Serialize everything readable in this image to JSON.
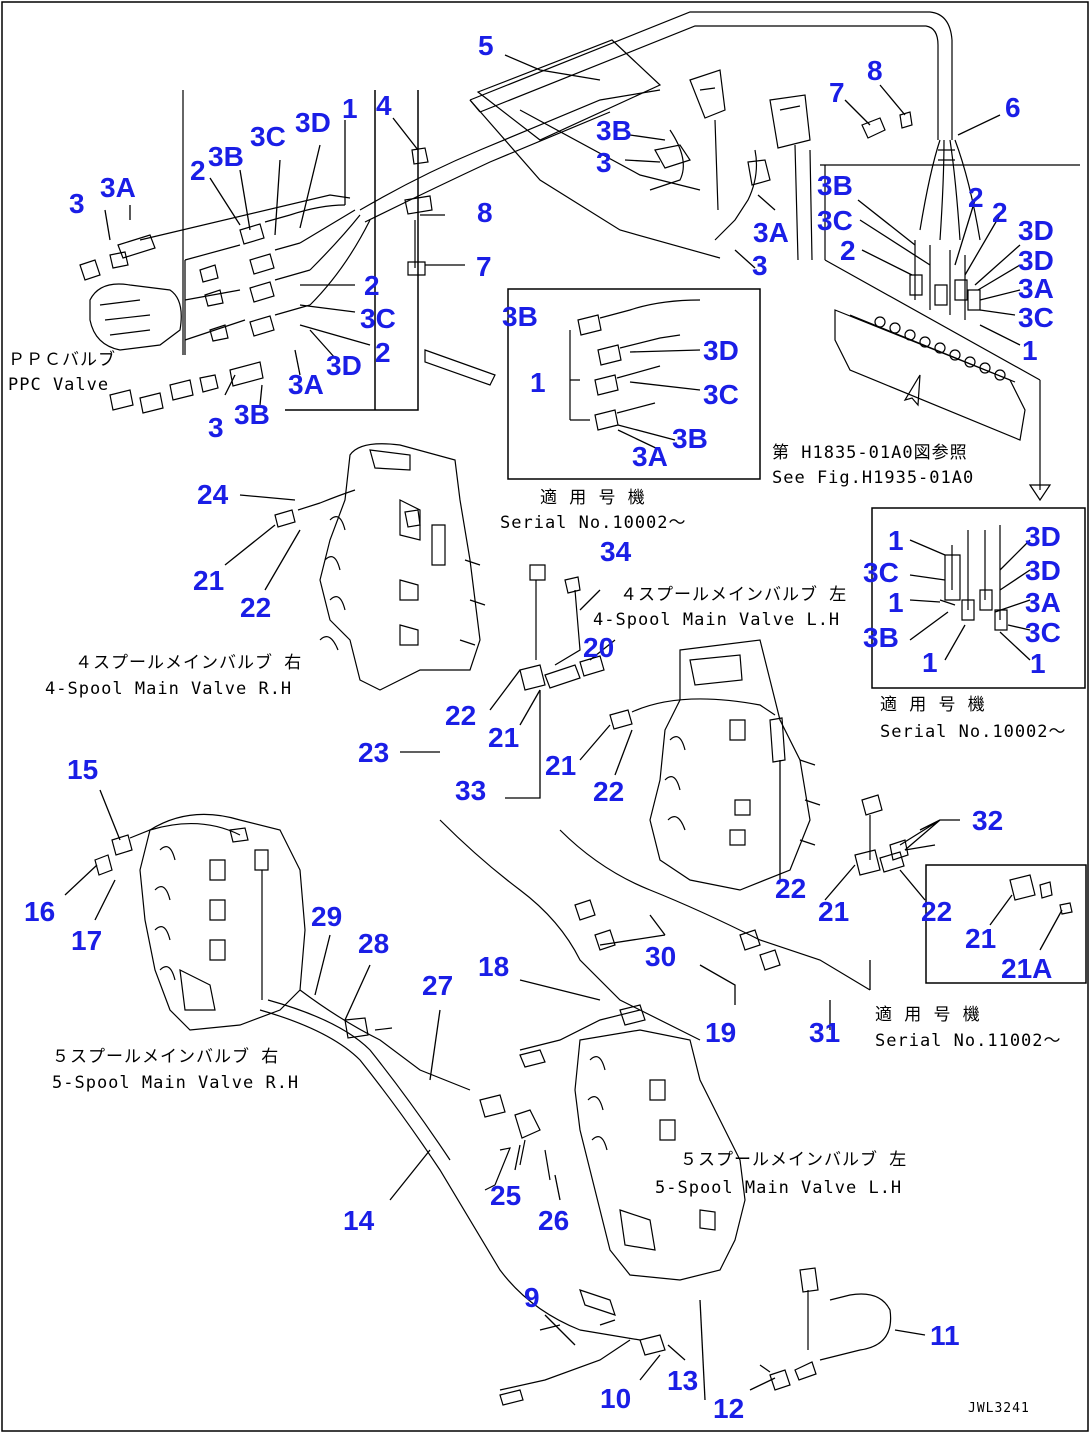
{
  "labels": [
    {
      "id": "5",
      "text": "5"
    },
    {
      "id": "4",
      "text": "4"
    },
    {
      "id": "8a",
      "text": "8"
    },
    {
      "id": "7a",
      "text": "7"
    },
    {
      "id": "6",
      "text": "6"
    },
    {
      "id": "3D",
      "text": "3D"
    },
    {
      "id": "1a",
      "text": "1"
    },
    {
      "id": "3C",
      "text": "3C"
    },
    {
      "id": "3B",
      "text": "3B"
    },
    {
      "id": "2a",
      "text": "2"
    },
    {
      "id": "3A",
      "text": "3A"
    },
    {
      "id": "3a",
      "text": "3"
    },
    {
      "id": "3Bb",
      "text": "3B"
    },
    {
      "id": "3b",
      "text": "3"
    },
    {
      "id": "3Ab",
      "text": "3A"
    },
    {
      "id": "3c",
      "text": "3"
    },
    {
      "id": "8b",
      "text": "8"
    },
    {
      "id": "7b",
      "text": "7"
    },
    {
      "id": "2b",
      "text": "2"
    },
    {
      "id": "3Cb",
      "text": "3C"
    },
    {
      "id": "2c",
      "text": "2"
    },
    {
      "id": "3Dd",
      "text": "3D"
    },
    {
      "id": "3Ac",
      "text": "3A"
    },
    {
      "id": "3d",
      "text": "3"
    },
    {
      "id": "3Bc",
      "text": "3B"
    },
    {
      "id": "3Be",
      "text": "3B"
    },
    {
      "id": "1b",
      "text": "1"
    },
    {
      "id": "3De",
      "text": "3D"
    },
    {
      "id": "3Ce",
      "text": "3C"
    },
    {
      "id": "3Ae",
      "text": "3A"
    },
    {
      "id": "3Bf",
      "text": "3B"
    },
    {
      "id": "3Br",
      "text": "3B"
    },
    {
      "id": "3Cr",
      "text": "3C"
    },
    {
      "id": "2r",
      "text": "2"
    },
    {
      "id": "2s",
      "text": "2"
    },
    {
      "id": "2t",
      "text": "2"
    },
    {
      "id": "3Dr",
      "text": "3D"
    },
    {
      "id": "3Ds",
      "text": "3D"
    },
    {
      "id": "3Ar",
      "text": "3A"
    },
    {
      "id": "3Cs",
      "text": "3C"
    },
    {
      "id": "1r",
      "text": "1"
    },
    {
      "id": "1m",
      "text": "1"
    },
    {
      "id": "3Cm",
      "text": "3C"
    },
    {
      "id": "1n",
      "text": "1"
    },
    {
      "id": "3Bm",
      "text": "3B"
    },
    {
      "id": "1o",
      "text": "1"
    },
    {
      "id": "3Dm",
      "text": "3D"
    },
    {
      "id": "3Dn",
      "text": "3D"
    },
    {
      "id": "3Am",
      "text": "3A"
    },
    {
      "id": "3Cn",
      "text": "3C"
    },
    {
      "id": "1p",
      "text": "1"
    },
    {
      "id": "24",
      "text": "24"
    },
    {
      "id": "21a",
      "text": "21"
    },
    {
      "id": "22a",
      "text": "22"
    },
    {
      "id": "34",
      "text": "34"
    },
    {
      "id": "20",
      "text": "20"
    },
    {
      "id": "22b",
      "text": "22"
    },
    {
      "id": "21b",
      "text": "21"
    },
    {
      "id": "23",
      "text": "23"
    },
    {
      "id": "21c",
      "text": "21"
    },
    {
      "id": "22c",
      "text": "22"
    },
    {
      "id": "33",
      "text": "33"
    },
    {
      "id": "32",
      "text": "32"
    },
    {
      "id": "22d",
      "text": "22"
    },
    {
      "id": "21d",
      "text": "21"
    },
    {
      "id": "22e",
      "text": "22"
    },
    {
      "id": "21e",
      "text": "21"
    },
    {
      "id": "21A",
      "text": "21A"
    },
    {
      "id": "15",
      "text": "15"
    },
    {
      "id": "16",
      "text": "16"
    },
    {
      "id": "17",
      "text": "17"
    },
    {
      "id": "29",
      "text": "29"
    },
    {
      "id": "28",
      "text": "28"
    },
    {
      "id": "27",
      "text": "27"
    },
    {
      "id": "18",
      "text": "18"
    },
    {
      "id": "30",
      "text": "30"
    },
    {
      "id": "19",
      "text": "19"
    },
    {
      "id": "31",
      "text": "31"
    },
    {
      "id": "25",
      "text": "25"
    },
    {
      "id": "26",
      "text": "26"
    },
    {
      "id": "14",
      "text": "14"
    },
    {
      "id": "9",
      "text": "9"
    },
    {
      "id": "11",
      "text": "11"
    },
    {
      "id": "10",
      "text": "10"
    },
    {
      "id": "13",
      "text": "13"
    },
    {
      "id": "12",
      "text": "12"
    }
  ],
  "captions": {
    "ppc_jp": "ＰＰＣバルブ",
    "ppc_en": "PPC Valve",
    "serial1_jp": "適 用 号 機",
    "serial1_en": "Serial No.10002～",
    "ref_jp": "第 H1835-01A0図参照",
    "ref_en": "See Fig.H1935-01A0",
    "serial2_jp": "適 用 号 機",
    "serial2_en": "Serial  No.10002～",
    "mv4r_jp": "４スプールメインバルブ 右",
    "mv4r_en": "4-Spool Main Valve R.H",
    "mv4l_jp": "４スプールメインバルブ 左",
    "mv4l_en": "4-Spool Main Valve L.H",
    "serial3_jp": "適 用 号 機",
    "serial3_en": "Serial No.11002～",
    "mv5r_jp": "５スプールメインバルブ 右",
    "mv5r_en": "5-Spool Main Valve R.H",
    "mv5l_jp": "５スプールメインバルブ 左",
    "mv5l_en": "5-Spool Main Valve L.H",
    "drawing_no": "JWL3241"
  }
}
